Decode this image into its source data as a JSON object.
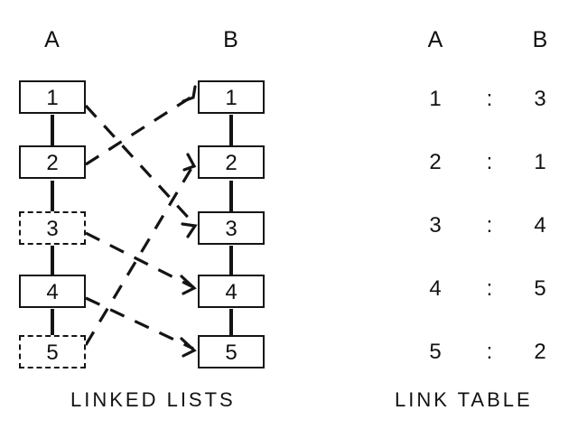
{
  "figure": {
    "left_panel": {
      "caption": "LINKED LISTS",
      "column_headers": [
        "A",
        "B"
      ],
      "list_a": [
        {
          "label": "1"
        },
        {
          "label": "2"
        },
        {
          "label": "3"
        },
        {
          "label": "4"
        },
        {
          "label": "5"
        }
      ],
      "list_b": [
        {
          "label": "1"
        },
        {
          "label": "2"
        },
        {
          "label": "3"
        },
        {
          "label": "4"
        },
        {
          "label": "5"
        }
      ],
      "cross_links": [
        {
          "from": "A1",
          "to": "B3"
        },
        {
          "from": "A2",
          "to": "B1"
        },
        {
          "from": "A3",
          "to": "B4"
        },
        {
          "from": "A4",
          "to": "B5"
        },
        {
          "from": "A5",
          "to": "B2"
        }
      ]
    },
    "right_panel": {
      "caption": "LINK TABLE",
      "column_headers": [
        "A",
        "B"
      ],
      "separator": ":",
      "rows": [
        {
          "a": "1",
          "sep": ":",
          "b": "3"
        },
        {
          "a": "2",
          "sep": ":",
          "b": "1"
        },
        {
          "a": "3",
          "sep": ":",
          "b": "4"
        },
        {
          "a": "4",
          "sep": ":",
          "b": "5"
        },
        {
          "a": "5",
          "sep": ":",
          "b": "2"
        }
      ]
    },
    "colors": {
      "ink": "#141414",
      "paper": "#ffffff"
    }
  }
}
